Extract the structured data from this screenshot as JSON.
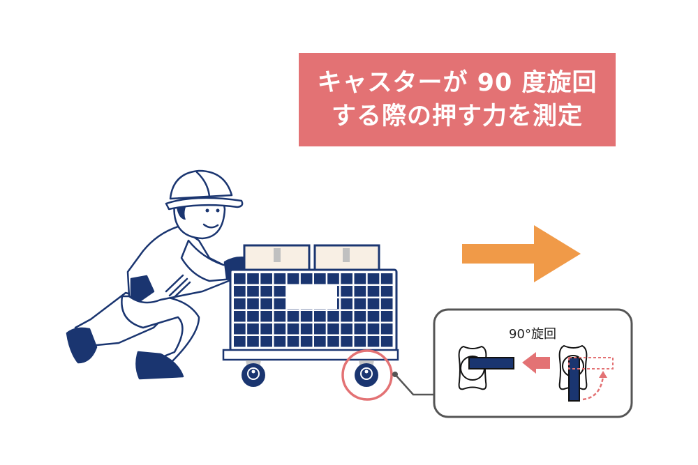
{
  "title": {
    "line1": "キャスターが 90 度旋回",
    "line2": "する際の押す力を測定"
  },
  "inset": {
    "label": "90°旋回"
  },
  "colors": {
    "navy": "#1a3570",
    "title_bg": "#e37274",
    "arrow_orange": "#f09a48",
    "highlight_red": "#e37274",
    "box_beige": "#f8efe4"
  },
  "icons": [
    "worker-illustration",
    "cart-illustration",
    "direction-arrow-icon",
    "caster-rotation-diagram"
  ]
}
